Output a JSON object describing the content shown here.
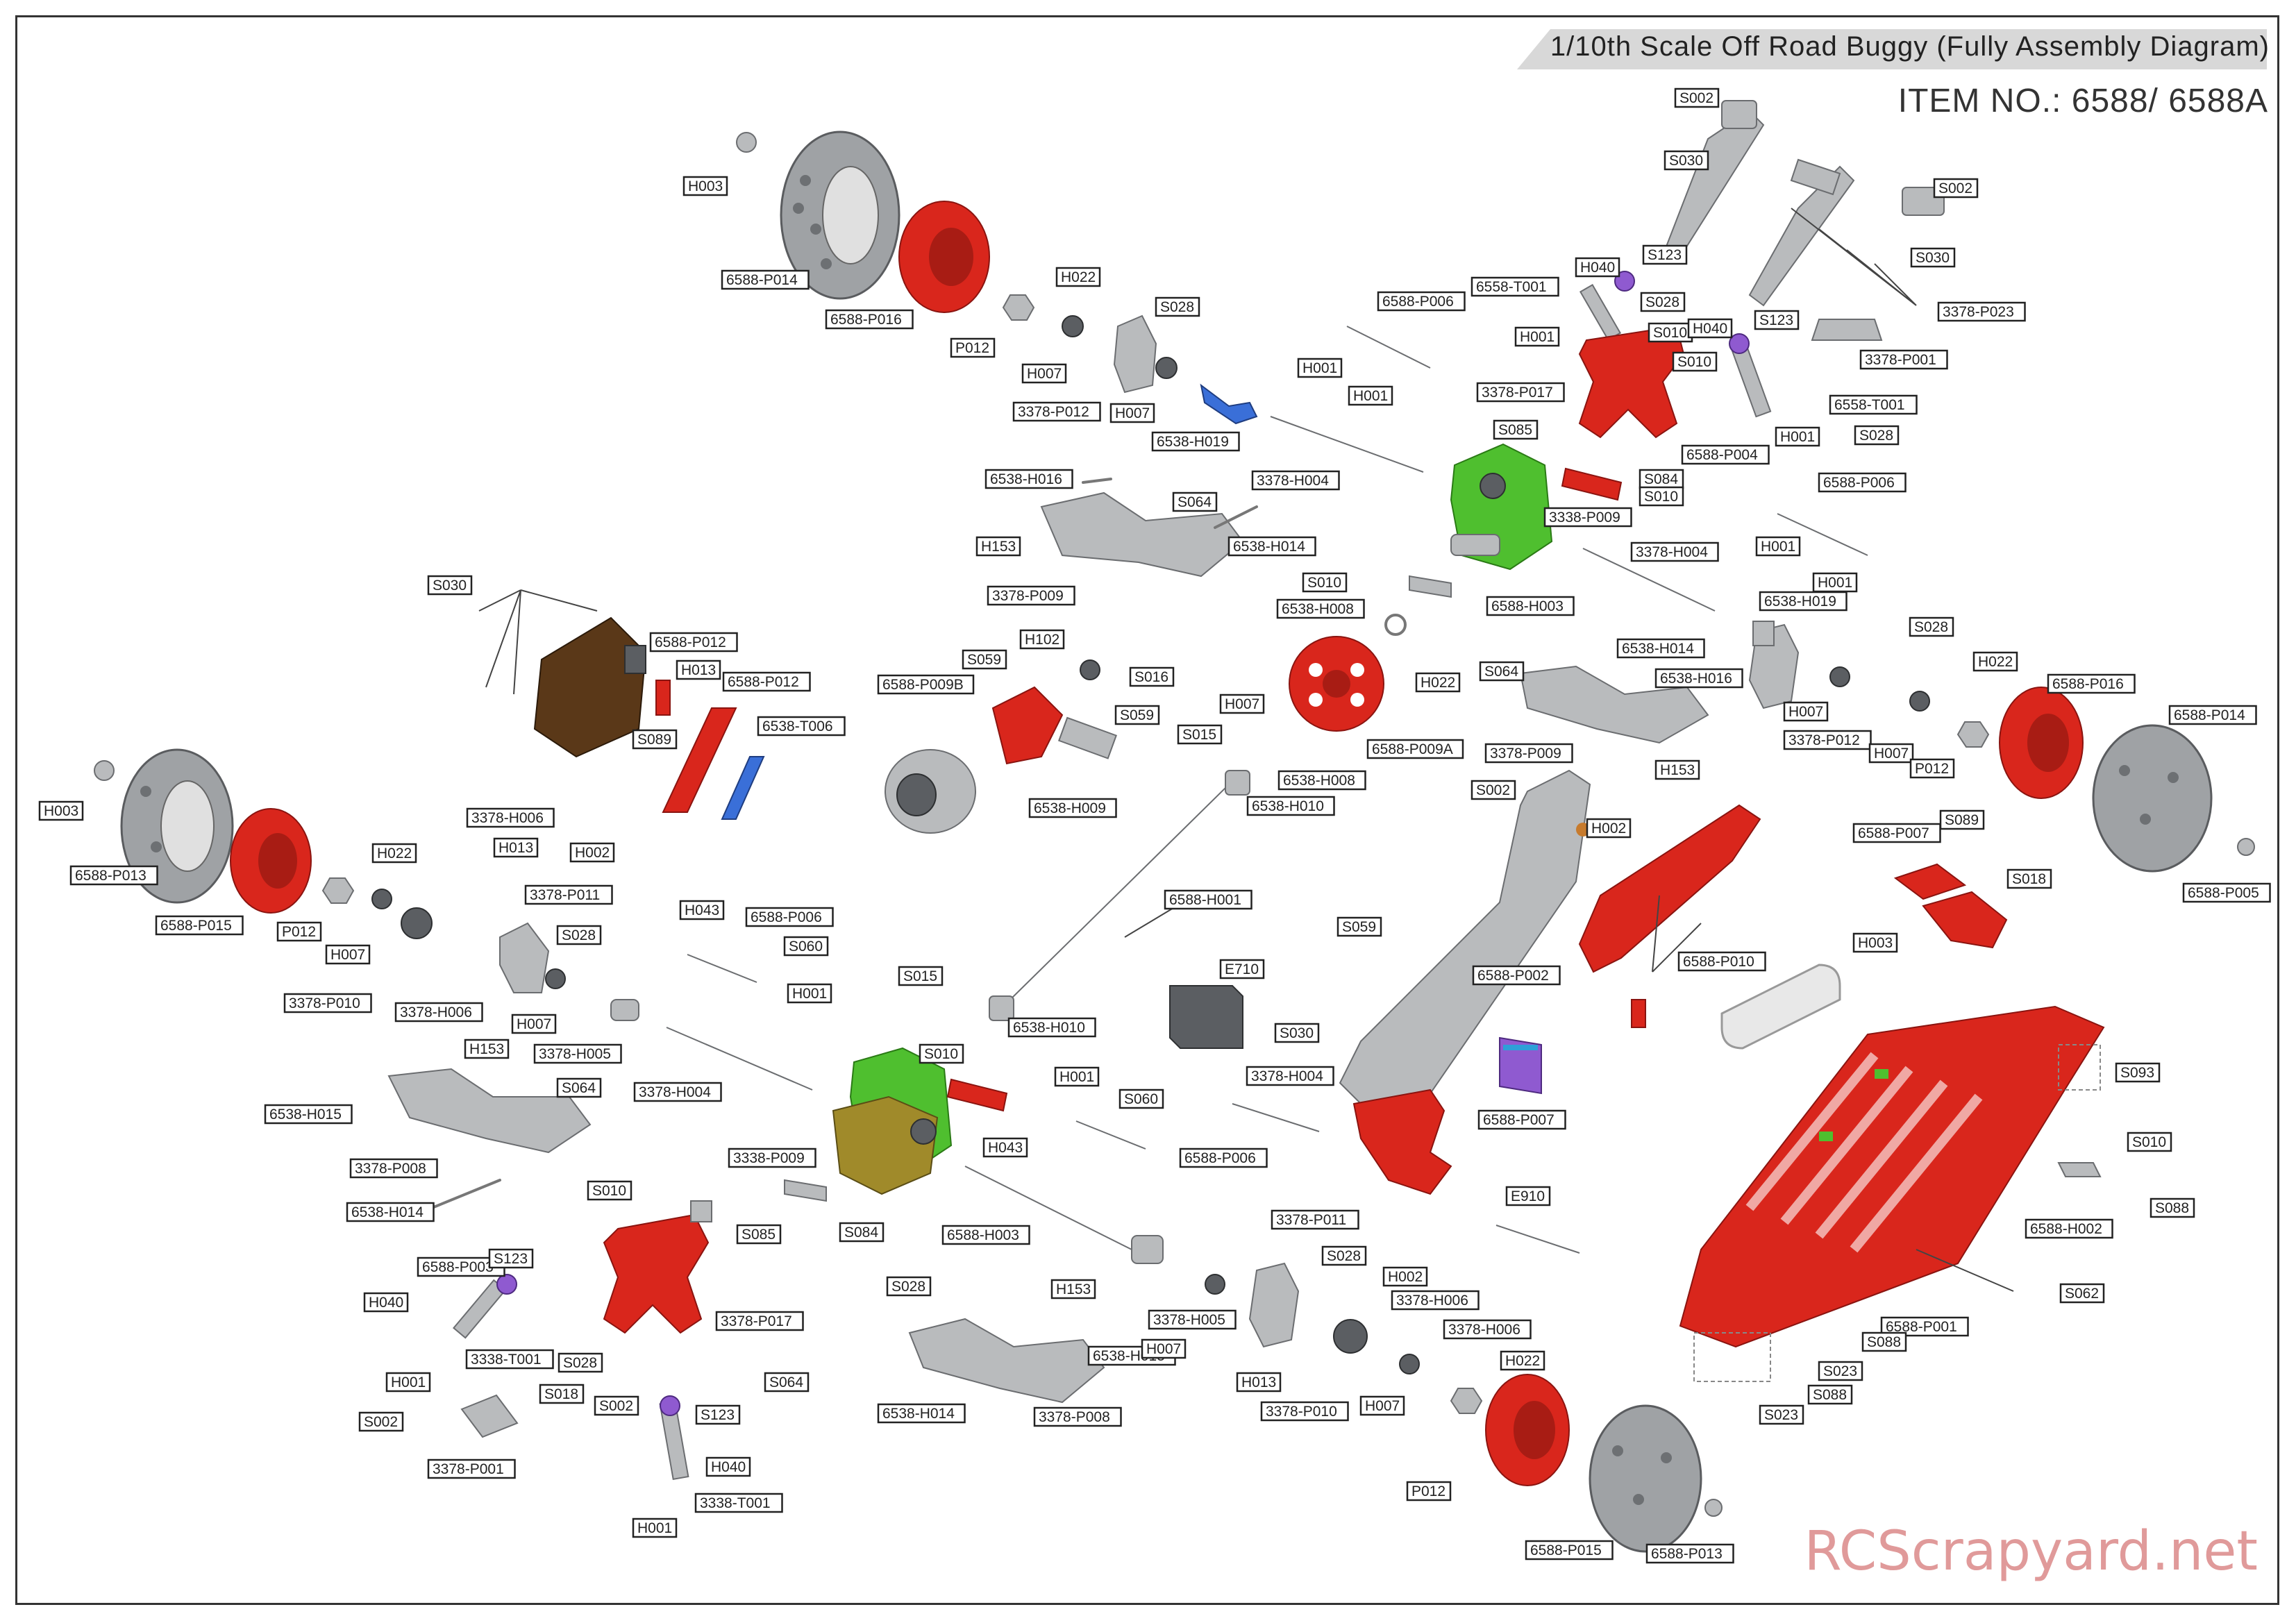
{
  "header": {
    "title": "1/10th Scale Off Road Buggy (Fully Assembly Diagram)",
    "item_no": "ITEM NO.: 6588/ 6588A"
  },
  "watermark": "RCScrapyard.net",
  "labels": [
    "H003",
    "6588-P014",
    "6588-P016",
    "P012",
    "H022",
    "H007",
    "S028",
    "3378-P012",
    "H007",
    "6538-H019",
    "S002",
    "S030",
    "S002",
    "S030",
    "3378-P023",
    "3378-P001",
    "6558-T001",
    "H040",
    "S123",
    "H001",
    "S028",
    "S010",
    "S010",
    "H040",
    "S123",
    "6558-T001",
    "H001",
    "S028",
    "6588-P004",
    "3378-P017",
    "S085",
    "S084",
    "S010",
    "3338-P009",
    "6588-P006",
    "H001",
    "H001",
    "3378-H004",
    "6538-H016",
    "S064",
    "H153",
    "6538-H014",
    "3378-P009",
    "S030",
    "6588-P012",
    "H013",
    "6588-P012",
    "S089",
    "6538-T006",
    "H102",
    "S059",
    "S016",
    "6588-P009B",
    "S059",
    "6538-H009",
    "S010",
    "6588-H003",
    "6538-H008",
    "H022",
    "6588-P009A",
    "3378-H004",
    "6588-P006",
    "H001",
    "H001",
    "6538-H019",
    "S028",
    "6538-H014",
    "S064",
    "6538-H016",
    "3378-P009",
    "H153",
    "H022",
    "6588-P016",
    "6588-P014",
    "H007",
    "3378-P012",
    "H007",
    "P012",
    "H007",
    "S015",
    "6538-H008",
    "6538-H010",
    "S002",
    "H002",
    "6588-P002",
    "S059",
    "S030",
    "H003",
    "6588-P013",
    "6588-P015",
    "P012",
    "H022",
    "H007",
    "3378-H006",
    "H013",
    "H002",
    "3378-P011",
    "S028",
    "3378-P010",
    "3378-H006",
    "H007",
    "3378-H005",
    "6588-H001",
    "H043",
    "6588-P006",
    "S060",
    "H001",
    "S015",
    "6538-H010",
    "E710",
    "H153",
    "S064",
    "6538-H015",
    "3378-P008",
    "6538-H014",
    "3378-H004",
    "S010",
    "H001",
    "S060",
    "6588-P006",
    "H043",
    "3338-P009",
    "S085",
    "S084",
    "6588-H003",
    "3378-H004",
    "6588-P007",
    "E910",
    "6588-P007",
    "S089",
    "S018",
    "6588-P010",
    "6588-P005",
    "H003",
    "S093",
    "S010",
    "6588-H002",
    "S088",
    "S062",
    "6588-P001",
    "S088",
    "S023",
    "S088",
    "S023",
    "S010",
    "3378-P017",
    "6588-P003",
    "S123",
    "H040",
    "3338-T001",
    "H001",
    "S028",
    "S018",
    "S002",
    "3378-P001",
    "S002",
    "S123",
    "H040",
    "3338-T001",
    "H001",
    "S028",
    "S064",
    "6538-H014",
    "3378-P008",
    "6538-H015",
    "H153",
    "3378-H005",
    "H007",
    "3378-P011",
    "S028",
    "H002",
    "3378-H006",
    "H013",
    "3378-P010",
    "3378-H006",
    "H007",
    "H022",
    "P012",
    "6588-P015",
    "6588-P013",
    "H003"
  ]
}
